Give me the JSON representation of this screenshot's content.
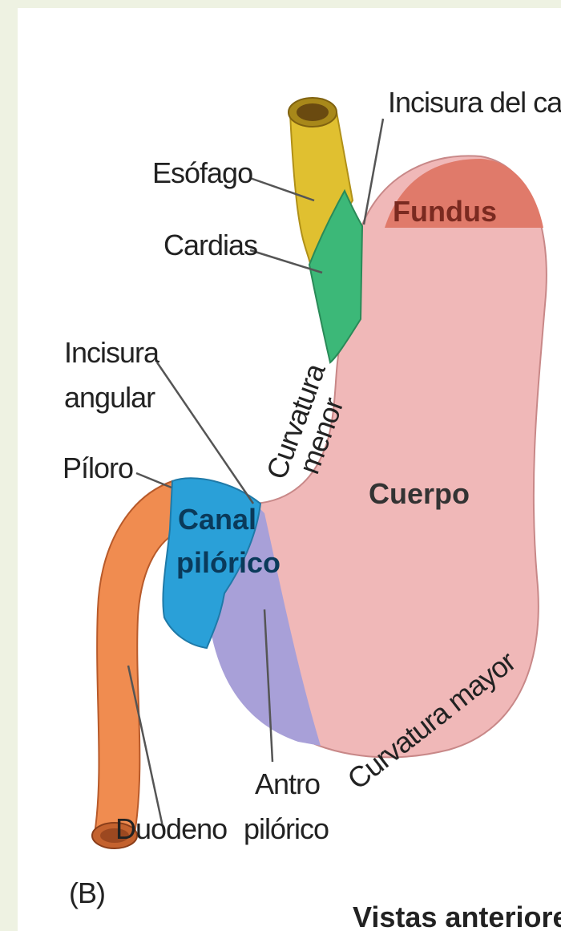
{
  "figure_letter": "(B)",
  "view_caption": "Vistas anteriores",
  "labels": {
    "incisura_cardias": "Incisura del card",
    "esofago": "Esófago",
    "cardias": "Cardias",
    "fundus": "Fundus",
    "incisura_angular_1": "Incisura",
    "incisura_angular_2": "angular",
    "curvatura_menor_1": "Curvatura",
    "curvatura_menor_2": "menor",
    "piloro": "Píloro",
    "canal_pilorico_1": "Canal",
    "canal_pilorico_2": "pilórico",
    "cuerpo": "Cuerpo",
    "curvatura_mayor": "Curvatura mayor",
    "antro_pilorico_1": "Antro",
    "antro_pilorico_2": "pilórico",
    "duodeno": "Duodeno"
  },
  "colors": {
    "stomach_body": "#f0b8b8",
    "fundus": "#e07a6a",
    "esophagus": "#e0c030",
    "cardias": "#3cb878",
    "pyloric_canal": "#2aa0d8",
    "pyloric_antrum": "#a8a0d8",
    "duodenum": "#f08c50"
  }
}
